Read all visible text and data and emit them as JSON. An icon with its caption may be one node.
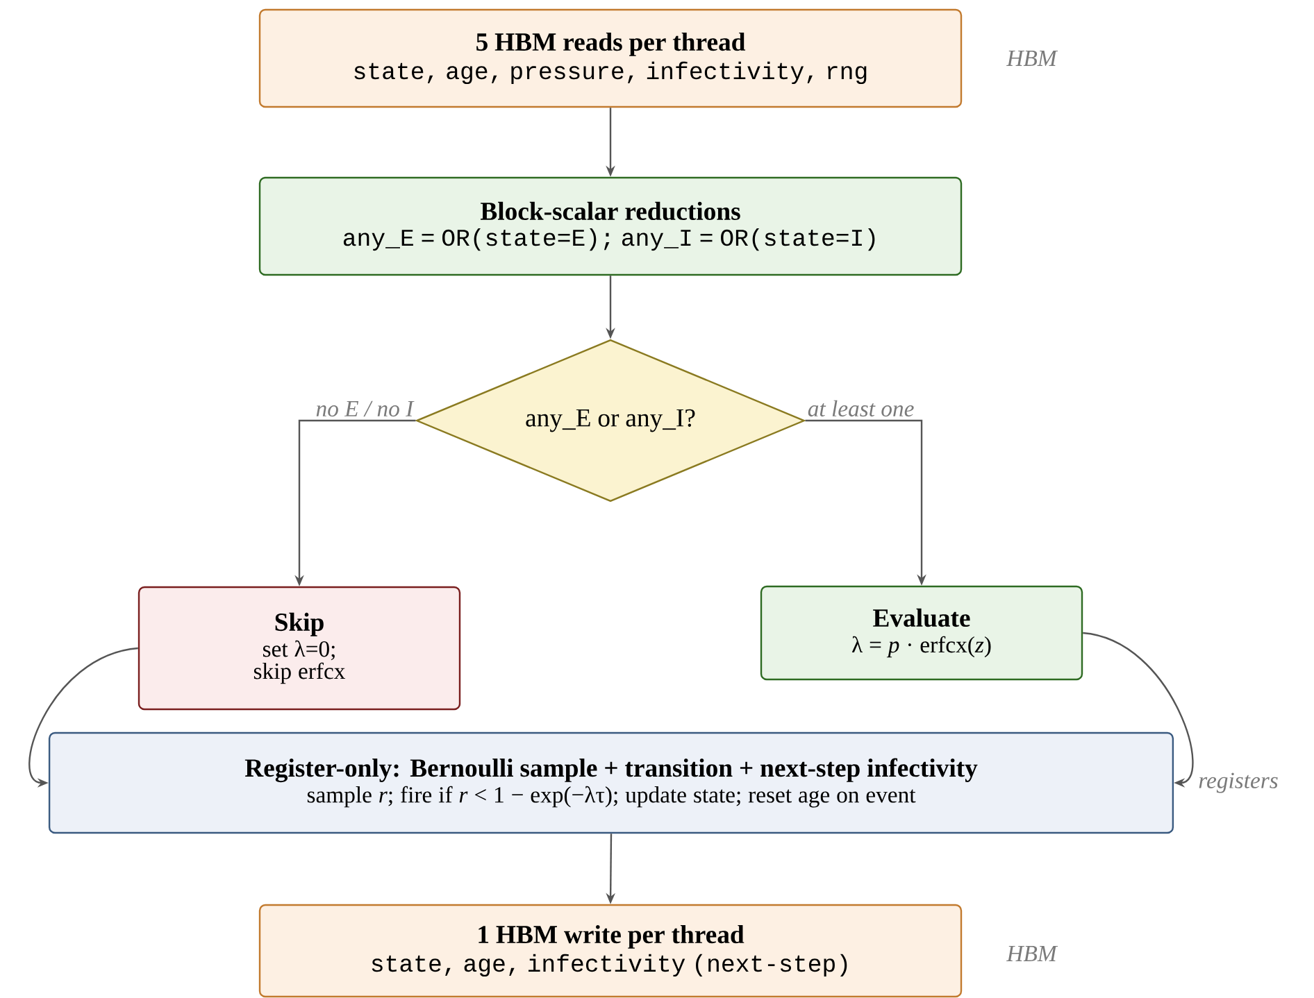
{
  "diagram": {
    "nodes": [
      {
        "text": [
          "5 HBM reads per thread",
          "state, age, pressure, infectivity, rng"
        ],
        "beside": [
          "HBM"
        ]
      },
      {
        "text": [
          "Block-scalar reductions",
          "any_E = OR(state=E); any_I = OR(state=I)"
        ]
      },
      {
        "text": [
          "any_E or any_I?"
        ]
      },
      {
        "text": [
          "Skip",
          "set λ=0; skip erfcx"
        ]
      },
      {
        "text": [
          "Evaluate",
          "λ = *p* · erfcx(*z*)"
        ]
      },
      {
        "text": [
          "Register-only: Bernoulli sample + transition + next-step infectivity",
          "sample *r*; fire if *r* < 1 − exp(−λτ); update state; reset age on event"
        ]
      },
      {
        "text": [
          "1 HBM write per thread",
          "state, age, infectivity (next-step)"
        ],
        "beside": [
          "HBM"
        ]
      }
    ],
    "edges": [
      {
        "from": 0,
        "to": 1,
        "arrow": "to"
      },
      {
        "from": 1,
        "to": 2,
        "arrow": "to"
      },
      {
        "from": 2,
        "to": 3,
        "arrow": "to",
        "label": "no E / no I"
      },
      {
        "from": 2,
        "to": 4,
        "arrow": "to",
        "label": "at least one"
      },
      {
        "from": 3,
        "to": 5,
        "arrow": "to"
      },
      {
        "from": 4,
        "to": 5,
        "arrow": "to",
        "label": "registers"
      },
      {
        "from": 5,
        "to": 6,
        "arrow": "to"
      }
    ]
  }
}
